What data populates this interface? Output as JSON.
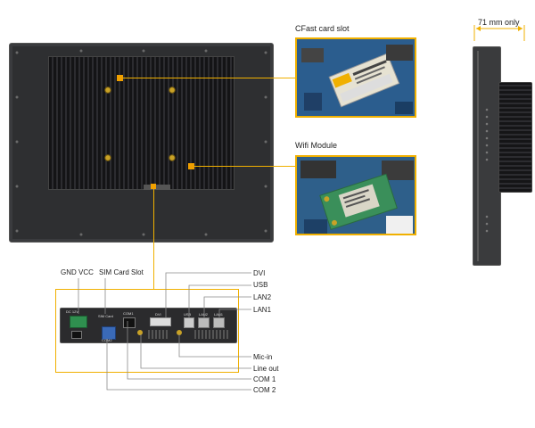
{
  "callouts": {
    "cfast": "CFast card slot",
    "wifi": "Wifi Module"
  },
  "dimension": {
    "depth": "71 mm only"
  },
  "io_left": {
    "gnd_vcc": "GND VCC",
    "sim": "SIM Card Slot"
  },
  "io_right": [
    "DVI",
    "USB",
    "LAN2",
    "LAN1"
  ],
  "io_bottom": [
    "Mic-in",
    "Line out",
    "COM 1",
    "COM 2"
  ],
  "panel_tiny": {
    "dc12v": "DC 12V",
    "sim_card": "SIM Card",
    "com2": "COM2",
    "com1": "COM1",
    "dvi": "DVI",
    "usb": "USB",
    "lan2": "LAN2",
    "lan1": "LAN1"
  },
  "colors": {
    "accent": "#f0b000",
    "chassis": "#2e2f31",
    "heatsink": "#1c1c1e",
    "pcb": "#2a6fb0"
  }
}
